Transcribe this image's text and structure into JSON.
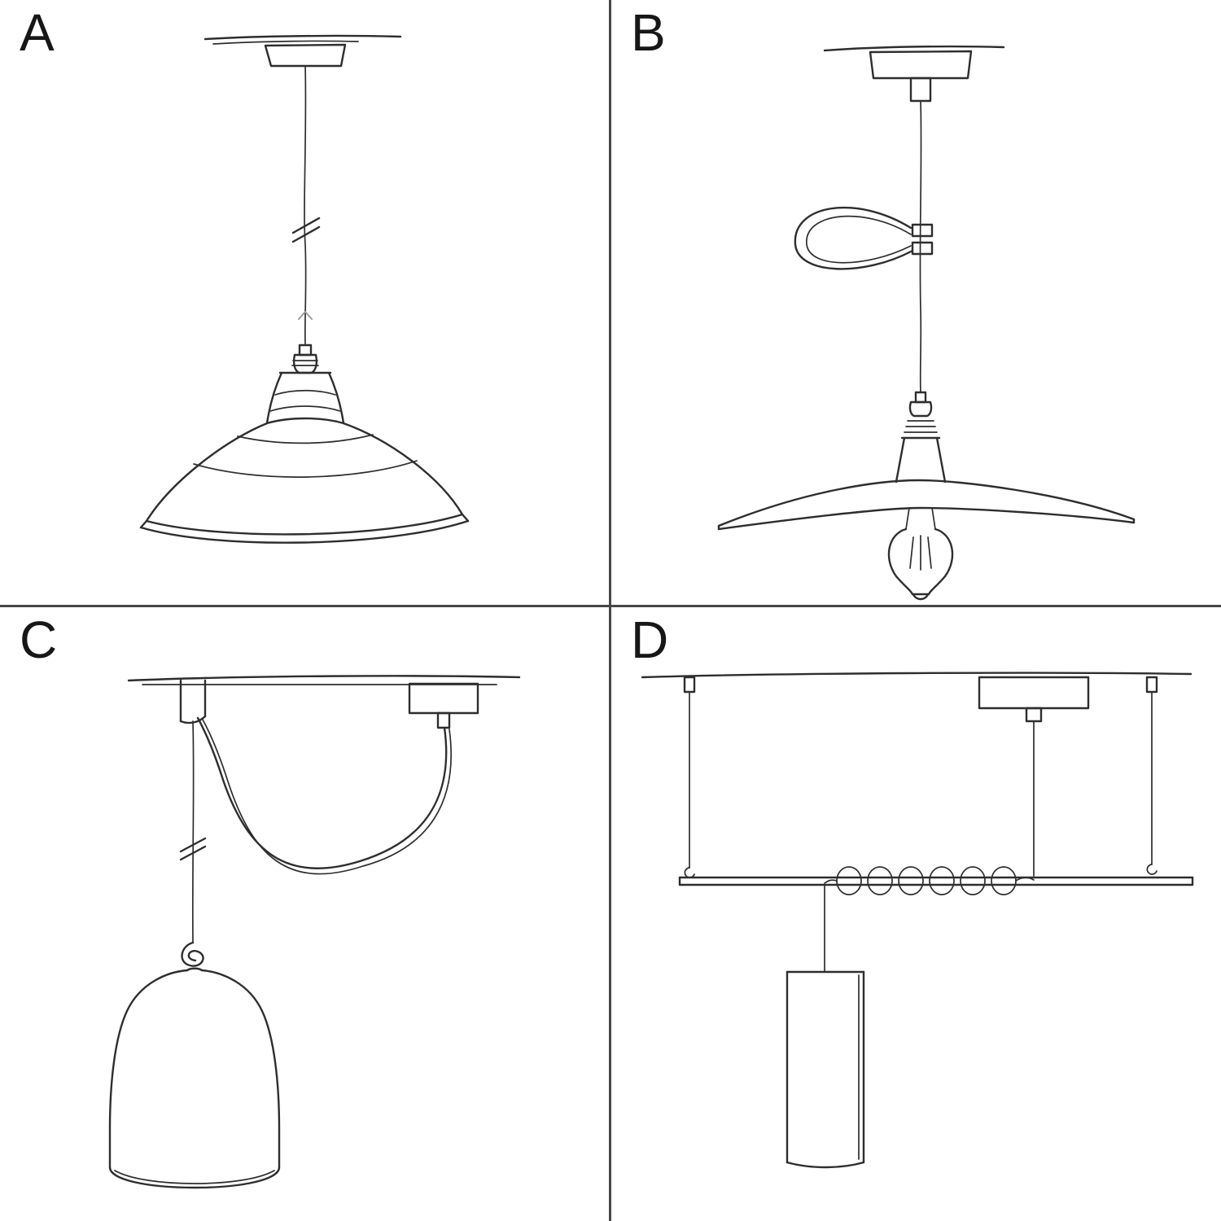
{
  "page": {
    "background_color": "#ffffff",
    "divider_color": "#474747",
    "ink_color": "#2e2e2e"
  },
  "panels": [
    {
      "label": "A",
      "icon": "industrial-bowl-shade-pendant-sketch-icon"
    },
    {
      "label": "B",
      "icon": "flat-plate-shade-with-bulb-pendant-sketch-icon"
    },
    {
      "label": "C",
      "icon": "swag-hook-bell-shade-pendant-sketch-icon"
    },
    {
      "label": "D",
      "icon": "suspended-bar-tube-pendant-sketch-icon"
    }
  ]
}
